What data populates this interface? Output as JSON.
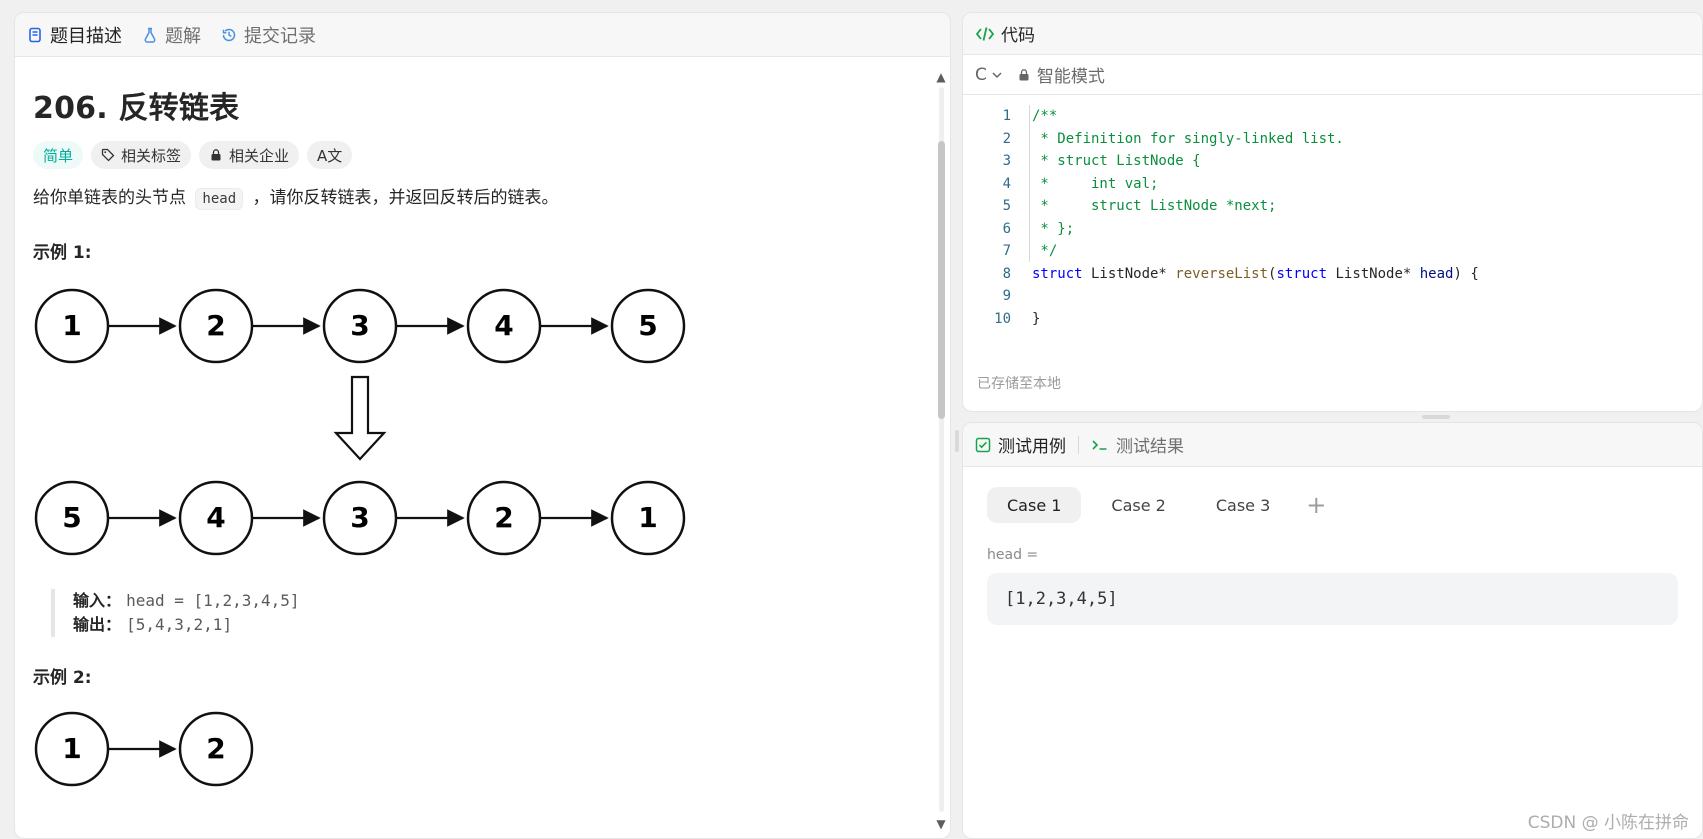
{
  "left": {
    "tabs": [
      {
        "label": "题目描述"
      },
      {
        "label": "题解"
      },
      {
        "label": "提交记录"
      }
    ],
    "title": "206. 反转链表",
    "chips": {
      "difficulty": "简单",
      "tags": "相关标签",
      "companies": "相关企业",
      "translate": "A文"
    },
    "description": {
      "prefix": "给你单链表的头节点",
      "code": "head",
      "suffix": "，请你反转链表，并返回反转后的链表。"
    },
    "example1": {
      "title": "示例 1:",
      "input_label": "输入：",
      "input_value": "head = [1,2,3,4,5]",
      "output_label": "输出：",
      "output_value": "[5,4,3,2,1]"
    },
    "example2": {
      "title": "示例 2:"
    },
    "diagram1": {
      "top": [
        "1",
        "2",
        "3",
        "4",
        "5"
      ],
      "bottom": [
        "5",
        "4",
        "3",
        "2",
        "1"
      ]
    },
    "diagram2": {
      "nodes": [
        "1",
        "2"
      ]
    }
  },
  "right": {
    "editor": {
      "title": "代码",
      "language": "C",
      "mode": "智能模式",
      "saved": "已存储至本地",
      "line_numbers": [
        "1",
        "2",
        "3",
        "4",
        "5",
        "6",
        "7",
        "8",
        "9",
        "10"
      ],
      "lines": [
        "/**",
        " * Definition for singly-linked list.",
        " * struct ListNode {",
        " *     int val;",
        " *     struct ListNode *next;",
        " * };",
        " */",
        "struct ListNode* reverseList(struct ListNode* head) {",
        "",
        "}"
      ]
    },
    "tests": {
      "tab_cases": "测试用例",
      "tab_results": "测试结果",
      "cases": [
        "Case 1",
        "Case 2",
        "Case 3"
      ],
      "add": "+",
      "param_label": "head =",
      "param_value": "[1,2,3,4,5]"
    }
  },
  "watermark": "CSDN @ 小陈在拼命"
}
